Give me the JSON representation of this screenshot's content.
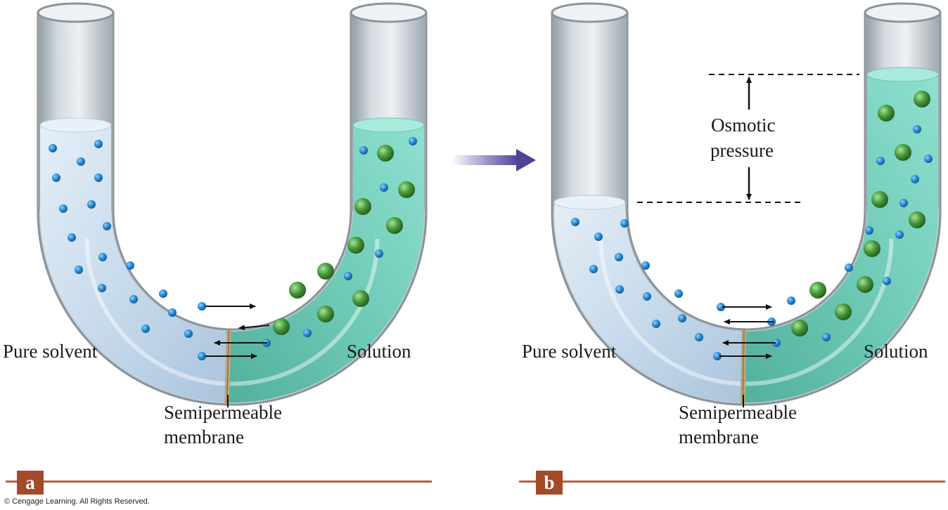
{
  "panel_a": {
    "badge": "a",
    "left_label": "Pure solvent",
    "right_label": "Solution",
    "membrane_label_line1": "Semipermeable",
    "membrane_label_line2": "membrane"
  },
  "panel_b": {
    "badge": "b",
    "left_label": "Pure solvent",
    "right_label": "Solution",
    "membrane_label_line1": "Semipermeable",
    "membrane_label_line2": "membrane",
    "pressure_label_line1": "Osmotic",
    "pressure_label_line2": "pressure"
  },
  "copyright": "© Cengage Learning. All Rights Reserved.",
  "colors": {
    "tube_gray": "#a9b3bb",
    "solvent_blue": "#cfe0ef",
    "solution_green": "#7fd4c2",
    "solvent_particle": "#2a7fc0",
    "solute_particle": "#3f8f3a",
    "transition_arrow": "#5a4f9c",
    "badge_rust": "#a34a2a"
  }
}
